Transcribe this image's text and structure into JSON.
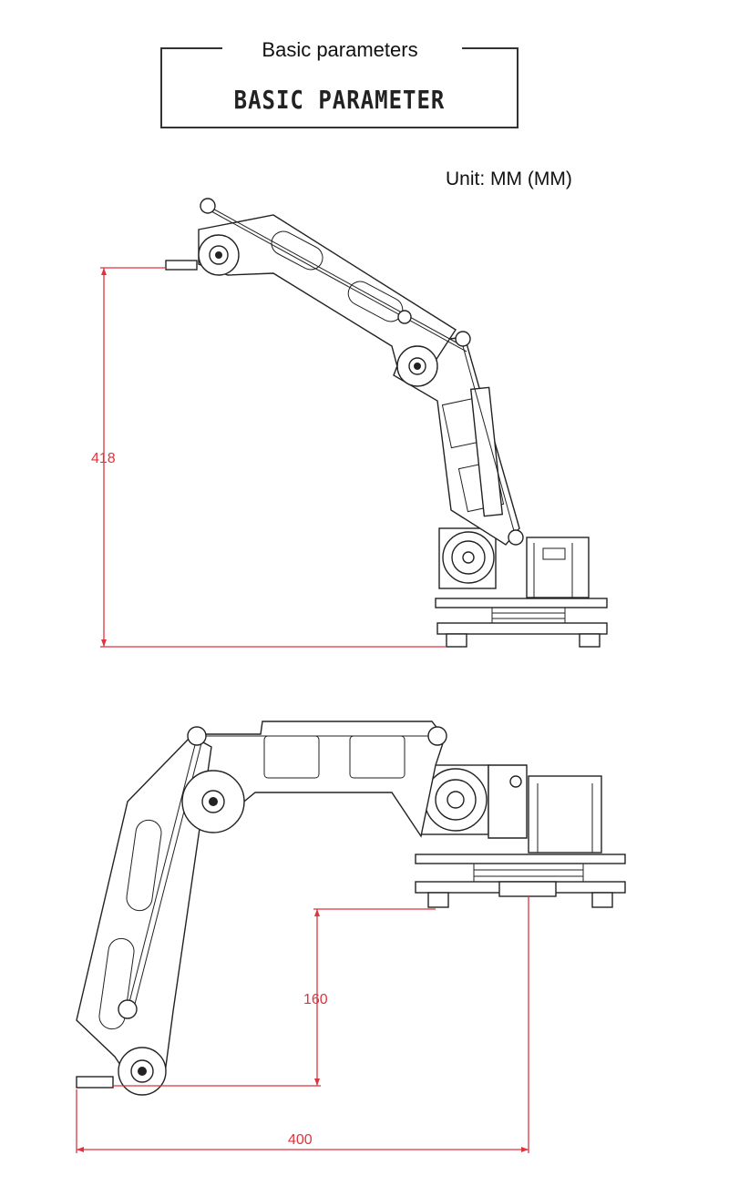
{
  "header": {
    "title_cn": "Basic parameters",
    "title_en": "BASIC PARAMETER"
  },
  "unit_label": "Unit: MM (MM)",
  "dimensions": {
    "height": "418",
    "offset": "160",
    "reach": "400"
  },
  "colors": {
    "dimension": "#e0333d",
    "drawing": "#222222"
  }
}
